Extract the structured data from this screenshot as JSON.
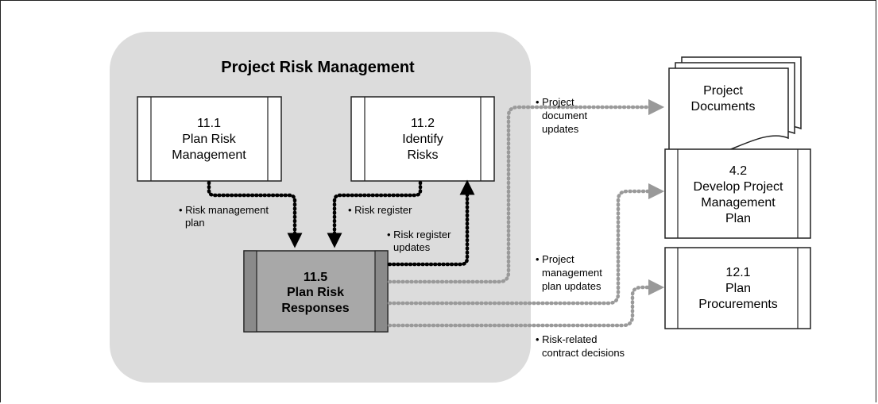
{
  "diagram": {
    "group_title": "Project Risk Management",
    "processes": {
      "plan_risk_mgmt": {
        "number": "11.1",
        "lines": [
          "Plan Risk",
          "Management"
        ]
      },
      "identify_risks": {
        "number": "11.2",
        "lines": [
          "Identify",
          "Risks"
        ]
      },
      "plan_risk_responses": {
        "number": "11.5",
        "lines": [
          "Plan Risk",
          "Responses"
        ]
      },
      "develop_pm_plan": {
        "number": "4.2",
        "lines": [
          "Develop Project",
          "Management",
          "Plan"
        ]
      },
      "plan_procurements": {
        "number": "12.1",
        "lines": [
          "Plan",
          "Procurements"
        ]
      }
    },
    "documents": {
      "lines": [
        "Project",
        "Documents"
      ]
    },
    "labels": {
      "risk_mgmt_plan": [
        "• Risk management",
        "plan"
      ],
      "risk_register": [
        "• Risk register"
      ],
      "risk_register_updates": [
        "• Risk register",
        "updates"
      ],
      "project_document_updates": [
        "• Project",
        "document",
        "updates"
      ],
      "pm_plan_updates": [
        "• Project",
        "management",
        "plan updates"
      ],
      "risk_related_contract": [
        "• Risk-related",
        "contract decisions"
      ]
    }
  }
}
